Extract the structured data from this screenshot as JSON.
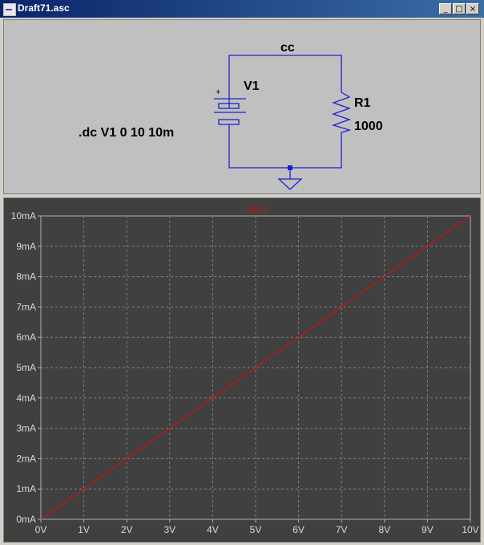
{
  "window": {
    "title": "Draft71.asc"
  },
  "titlebar_buttons": {
    "minimize": "_",
    "maximize": "□",
    "close": "×"
  },
  "schematic": {
    "net_label": "cc",
    "source_name": "V1",
    "source_plus": "+",
    "resistor_name": "R1",
    "resistor_value": "1000",
    "directive": ".dc V1 0 10 10m",
    "wire_color": "#1f1fd0",
    "background_color": "#c0c0c0"
  },
  "chart_data": {
    "type": "line",
    "title": "I(R1)",
    "x_ticks": [
      "0V",
      "1V",
      "2V",
      "3V",
      "4V",
      "5V",
      "6V",
      "7V",
      "8V",
      "9V",
      "10V"
    ],
    "y_ticks": [
      "0mA",
      "1mA",
      "2mA",
      "3mA",
      "4mA",
      "5mA",
      "6mA",
      "7mA",
      "8mA",
      "9mA",
      "10mA"
    ],
    "xlim": [
      0,
      10
    ],
    "ylim": [
      0,
      10
    ],
    "grid": true,
    "series": [
      {
        "name": "I(R1)",
        "x": [
          0,
          10
        ],
        "y": [
          0,
          10
        ],
        "color": "#cc1111"
      }
    ],
    "background_color": "#404040",
    "grid_color": "#808080",
    "tick_label_color": "#d8d8d8"
  }
}
